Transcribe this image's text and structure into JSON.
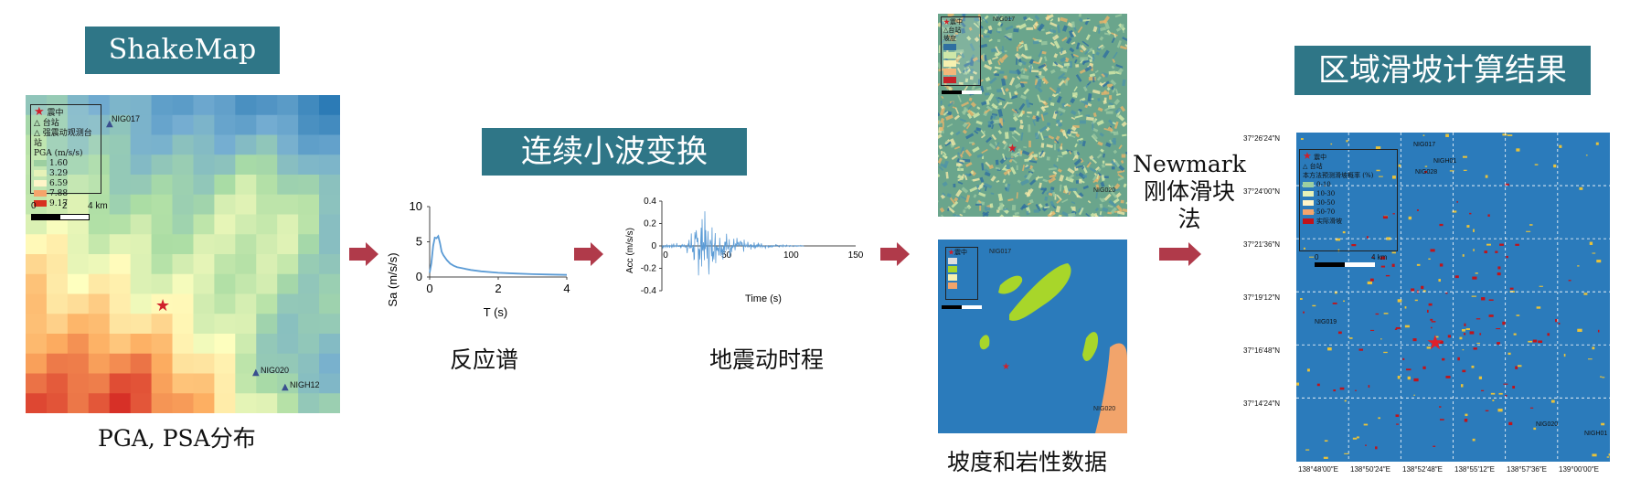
{
  "banners": {
    "shakemap": "ShakeMap",
    "wavelet": "连续小波变换",
    "result": "区域滑坡计算结果"
  },
  "captions": {
    "pga_psa": "PGA, PSA分布",
    "response_spectrum": "反应谱",
    "time_history": "地震动时程",
    "slope_lithology": "坡度和岩性数据"
  },
  "newmark": {
    "line1": "Newmark",
    "line2": "刚体滑块",
    "line3": "法"
  },
  "shakemap_panel": {
    "legend": {
      "epicenter": "震中",
      "station_a": "台站",
      "station_b": "强震动观测台站",
      "title": "PGA (m/s/s)",
      "items": [
        "1.60",
        "3.29",
        "6.59",
        "7.88",
        "9.17"
      ],
      "colors": [
        "#9ccfa0",
        "#e6f2b8",
        "#fff5c8",
        "#f5a46b",
        "#d7301f"
      ]
    },
    "scale": {
      "a": "0",
      "b": "2",
      "c": "4 km"
    },
    "stations": [
      "NIG017",
      "NIG020",
      "NIGH12"
    ]
  },
  "response_spectrum_chart": {
    "chart_data": {
      "type": "line",
      "title": "",
      "xlabel": "T (s)",
      "ylabel": "Sa (m/s/s)",
      "xlim": [
        0,
        4
      ],
      "ylim": [
        0,
        10
      ],
      "xticks": [
        "0",
        "2",
        "4"
      ],
      "yticks": [
        "0",
        "5",
        "10"
      ],
      "x": [
        0,
        0.05,
        0.1,
        0.15,
        0.2,
        0.25,
        0.3,
        0.35,
        0.4,
        0.5,
        0.6,
        0.7,
        0.8,
        1.0,
        1.2,
        1.5,
        2.0,
        2.5,
        3.0,
        3.5,
        4.0
      ],
      "y": [
        0.6,
        2.0,
        4.4,
        5.6,
        5.5,
        5.8,
        4.8,
        3.6,
        3.1,
        2.4,
        1.9,
        1.6,
        1.4,
        1.2,
        1.0,
        0.8,
        0.6,
        0.5,
        0.4,
        0.35,
        0.3
      ]
    }
  },
  "time_history_chart": {
    "chart_data": {
      "type": "line",
      "title": "",
      "xlabel": "Time (s)",
      "ylabel": "Acc (m/s/s)",
      "xlim": [
        0,
        150
      ],
      "ylim": [
        -0.4,
        0.4
      ],
      "xticks": [
        "0",
        "50",
        "100",
        "150"
      ],
      "yticks": [
        "0.4",
        "0.2",
        "0",
        "-0.2",
        "-0.4"
      ]
    }
  },
  "slope_panel": {
    "legend": {
      "epicenter": "震中",
      "station": "台站",
      "title": "坡度"
    },
    "stations": [
      "NIG017",
      "NIG020"
    ]
  },
  "litho_panel": {
    "legend": {
      "epicenter": "震中"
    },
    "stations": [
      "NIG017",
      "NIG020"
    ]
  },
  "result_panel": {
    "legend": {
      "epicenter": "震中",
      "station": "台站",
      "title": "本方法预测滑坡概率 (%)",
      "items": [
        "0-10",
        "10-30",
        "30-50",
        "50-70",
        "实际滑坡"
      ],
      "colors": [
        "#9ccfa0",
        "#e6f2b8",
        "#fff5c8",
        "#f5a46b",
        "#c0141b"
      ]
    },
    "scale": {
      "a": "0",
      "b": "4 km"
    },
    "stations": [
      "NIG017",
      "NIGH01",
      "NIG028",
      "NIG019",
      "NIG020",
      "NIGH01"
    ],
    "lat_labels": [
      "37°26′24″N",
      "37°24′00″N",
      "37°21′36″N",
      "37°19′12″N",
      "37°16′48″N",
      "37°14′24″N"
    ],
    "lon_labels": [
      "138°48′00″E",
      "138°50′24″E",
      "138°52′48″E",
      "138°55′12″E",
      "138°57′36″E",
      "139°00′00″E"
    ]
  },
  "colors": {
    "banner": "#2f7687",
    "arrow": "#b03a4a",
    "map_blue": "#2b7bbb",
    "signal": "#5b9bd5"
  }
}
